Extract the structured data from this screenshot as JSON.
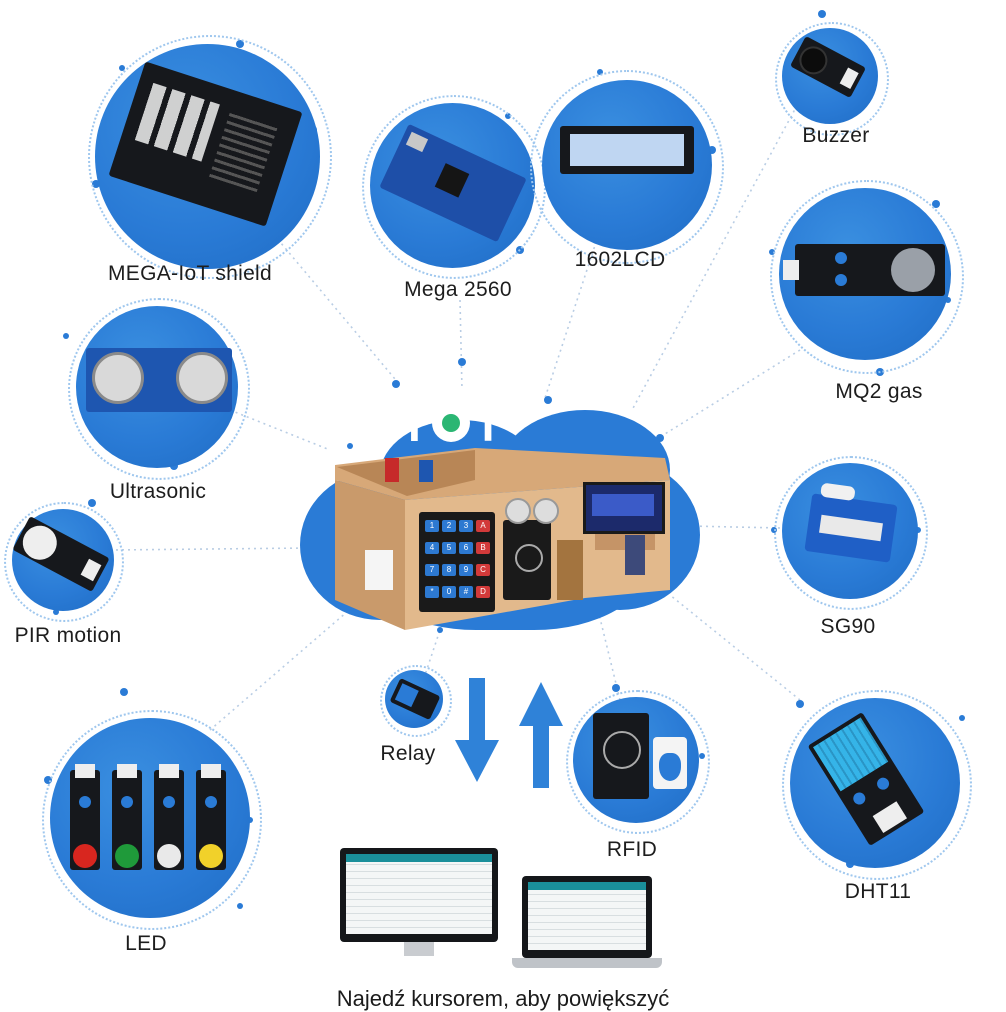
{
  "title": {
    "text_i": "I",
    "text_t": "T",
    "accent": "#2a7bd6"
  },
  "modules": {
    "mega_iot_shield": "MEGA-IoT shield",
    "mega2560": "Mega 2560",
    "lcd1602": "1602LCD",
    "buzzer": "Buzzer",
    "mq2": "MQ2 gas",
    "ultrasonic": "Ultrasonic",
    "pir": "PIR motion",
    "sg90": "SG90",
    "relay": "Relay",
    "rfid": "RFID",
    "dht11": "DHT11",
    "led": "LED"
  },
  "keypad": [
    "1",
    "2",
    "3",
    "A",
    "4",
    "5",
    "6",
    "B",
    "7",
    "8",
    "9",
    "C",
    "*",
    "0",
    "#",
    "D"
  ],
  "footer": {
    "hover_hint": "Najedź kursorem, aby powiększyć"
  },
  "colors": {
    "circle": "#2a7bd6",
    "arrow": "#2f82d8",
    "wood": "#e2b98c",
    "pcb": "#16181c"
  }
}
